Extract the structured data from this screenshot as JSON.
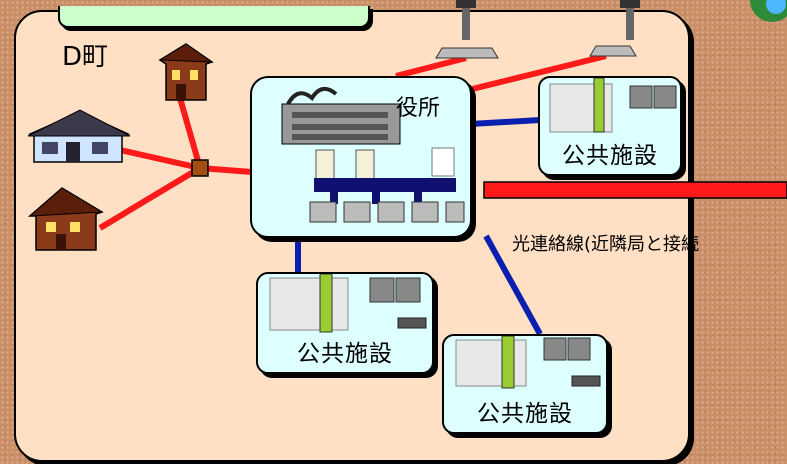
{
  "town": {
    "name": "D町"
  },
  "office": {
    "label": "役所"
  },
  "facilities": [
    {
      "label": "公共施設"
    },
    {
      "label": "公共施設"
    },
    {
      "label": "公共施設"
    }
  ],
  "fiber": {
    "label": "光連絡線(近隣局と接続"
  },
  "colors": {
    "panel": "#ffe0c4",
    "office_box": "#ddffff",
    "red_line": "#ff1a1a",
    "blue_line": "#0a1fb0",
    "top_tab": "#ccffcc"
  }
}
